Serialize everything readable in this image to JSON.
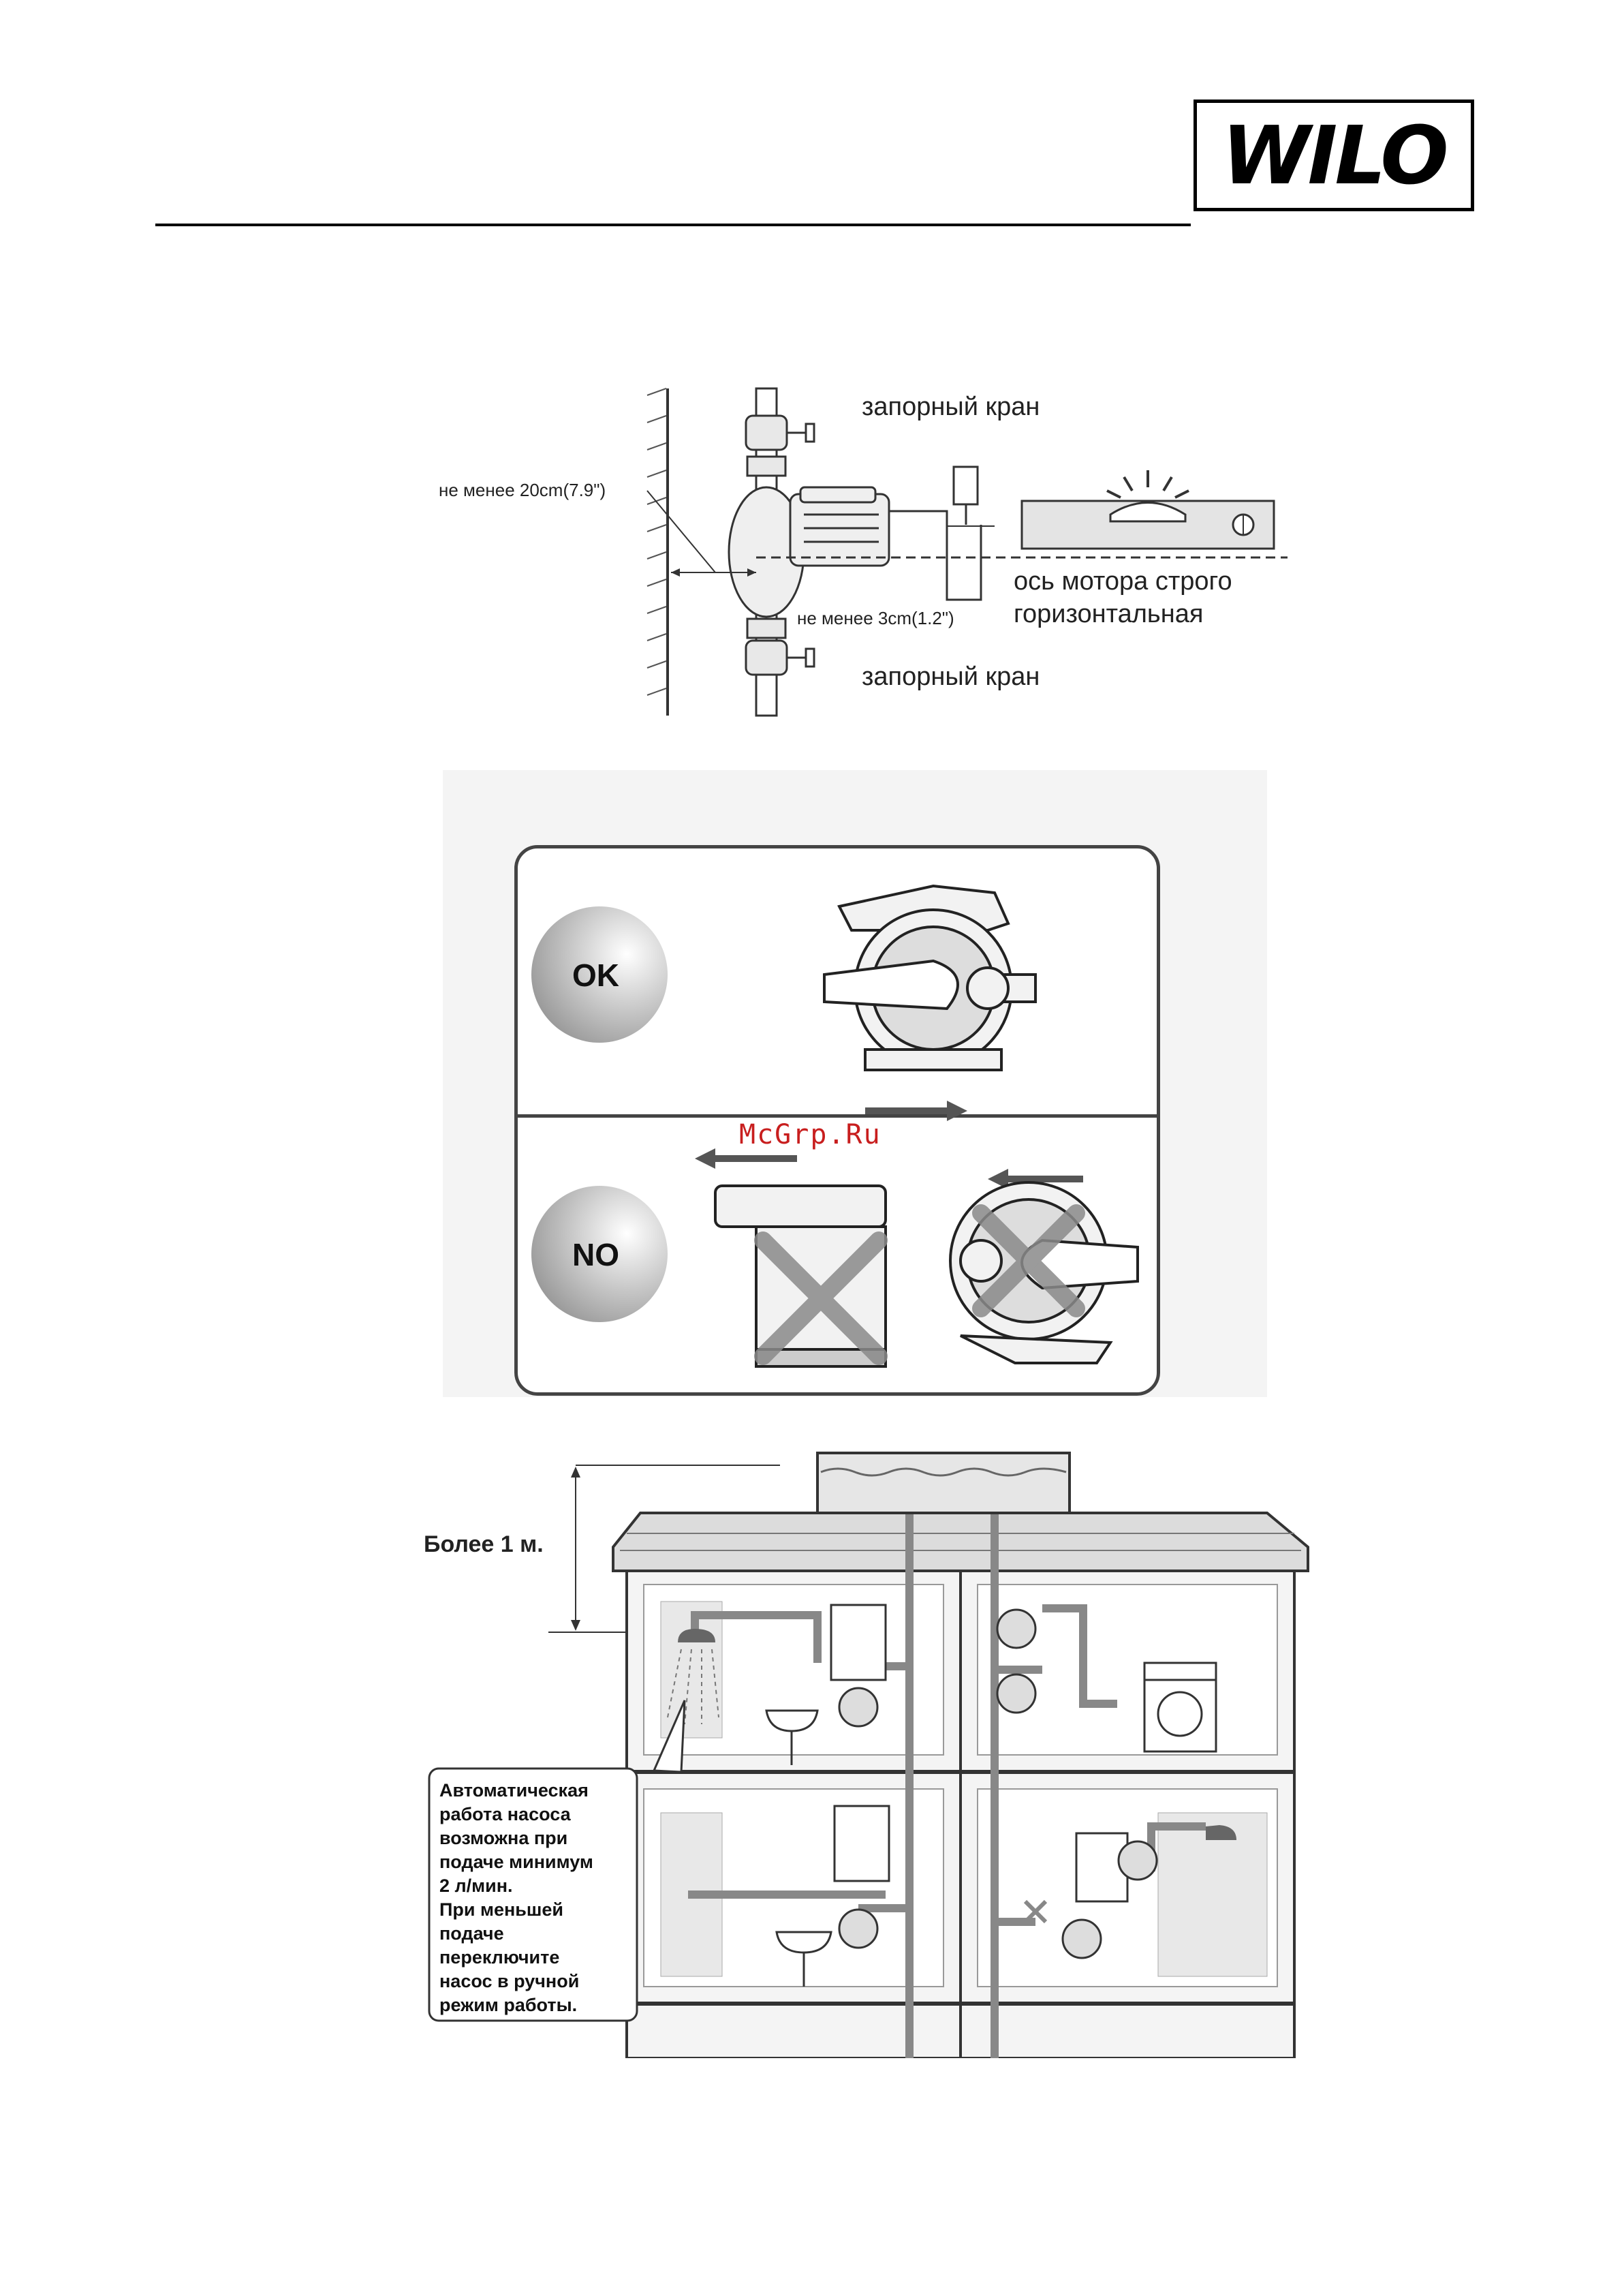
{
  "logo": {
    "text": "WILO"
  },
  "figure1": {
    "valve_top": "запорный кран",
    "valve_bottom": "запорный кран",
    "wall_distance": "не менее 20cm(7.9\")",
    "cable_distance": "не менее 3cm(1.2\")",
    "axis_note_line1": "ось мотора строго",
    "axis_note_line2": "горизонтальная"
  },
  "figure2": {
    "ok_label": "OK",
    "no_label": "NO",
    "watermark": "McGrp.Ru"
  },
  "figure3": {
    "height_label": "Более 1 м.",
    "callout_lines": [
      "Автоматическая",
      "работа насоса",
      "возможна при",
      "подаче минимум",
      "2 л/мин.",
      "При меньшей",
      "подаче",
      "переключите",
      "насос в ручной",
      "режим работы."
    ]
  },
  "icons": [
    "logo-wilo",
    "pump-icon",
    "valve-icon",
    "spirit-level-icon",
    "shower-icon",
    "washing-machine-icon",
    "water-heater-icon",
    "cross-mark-icon",
    "arrow-icon"
  ]
}
